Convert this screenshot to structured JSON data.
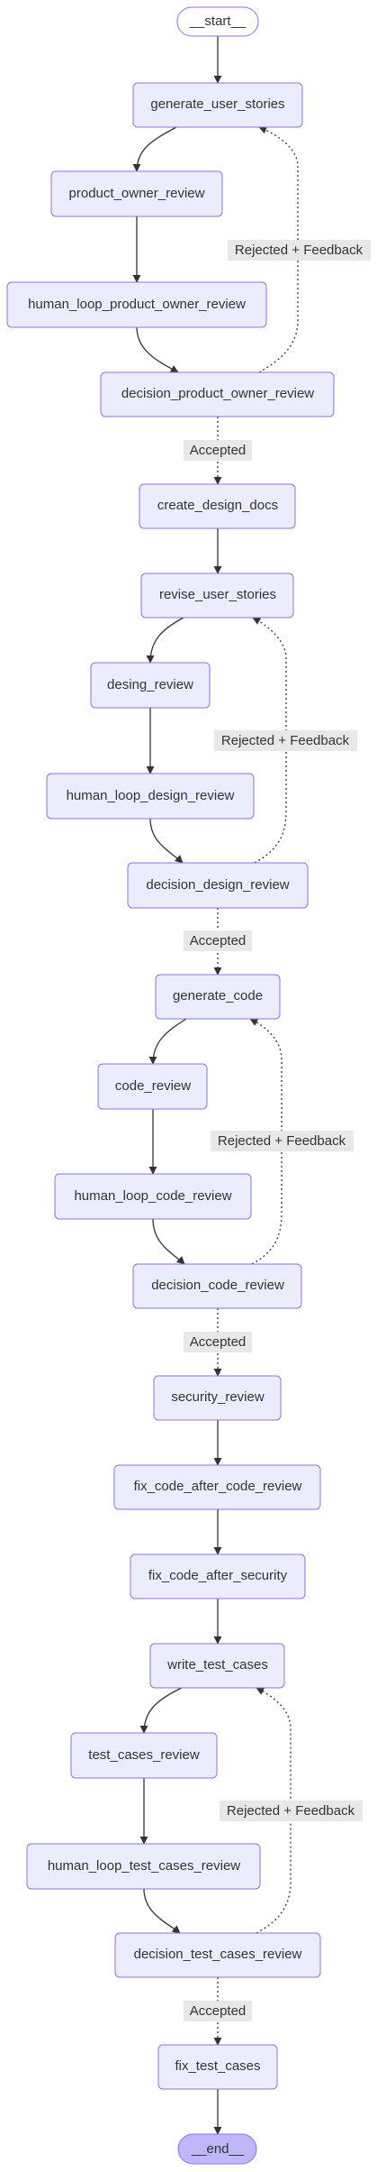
{
  "nodes": {
    "start": "__start__",
    "generate_user_stories": "generate_user_stories",
    "product_owner_review": "product_owner_review",
    "human_loop_product_owner_review": "human_loop_product_owner_review",
    "decision_product_owner_review": "decision_product_owner_review",
    "create_design_docs": "create_design_docs",
    "revise_user_stories": "revise_user_stories",
    "desing_review": "desing_review",
    "human_loop_design_review": "human_loop_design_review",
    "decision_design_review": "decision_design_review",
    "generate_code": "generate_code",
    "code_review": "code_review",
    "human_loop_code_review": "human_loop_code_review",
    "decision_code_review": "decision_code_review",
    "security_review": "security_review",
    "fix_code_after_code_review": "fix_code_after_code_review",
    "fix_code_after_security": "fix_code_after_security",
    "write_test_cases": "write_test_cases",
    "test_cases_review": "test_cases_review",
    "human_loop_test_cases_review": "human_loop_test_cases_review",
    "decision_test_cases_review": "decision_test_cases_review",
    "fix_test_cases": "fix_test_cases",
    "end": "__end__"
  },
  "edge_labels": {
    "rejected_po": "Rejected + Feedback",
    "accepted_po": "Accepted",
    "rejected_design": "Rejected + Feedback",
    "accepted_design": "Accepted",
    "rejected_code": "Rejected + Feedback",
    "accepted_code": "Accepted",
    "rejected_tests": "Rejected + Feedback",
    "accepted_tests": "Accepted"
  },
  "colors": {
    "node_fill": "#ECECFF",
    "node_stroke": "#9370DB",
    "end_fill": "#BFB6FC",
    "edge": "#333333",
    "label_bg": "#E8E8E8"
  }
}
